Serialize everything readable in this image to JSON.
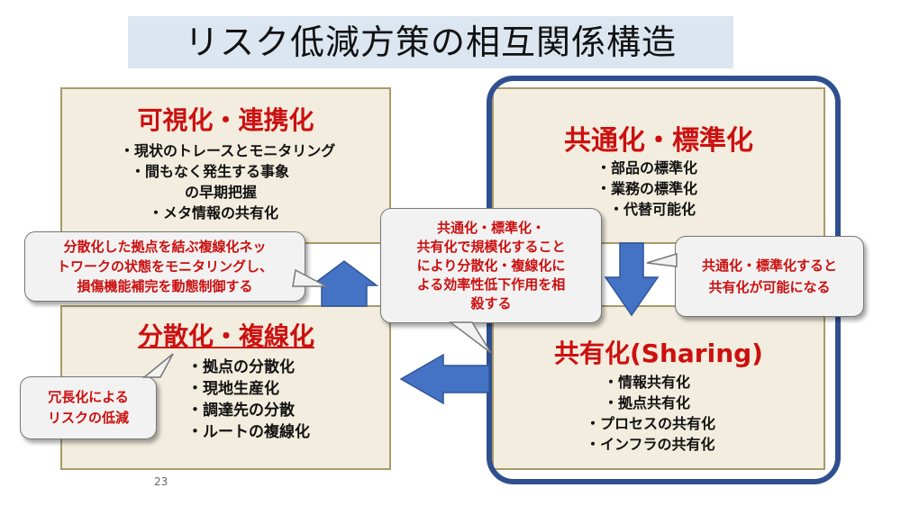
{
  "title": "リスク低減方策の相互関係構造",
  "page_number": "23",
  "boxes": {
    "visualization": {
      "heading": "可視化・連携化",
      "items": [
        "・現状のトレースとモニタリング",
        "・間もなく発生する事象",
        "の早期把握",
        "・メタ情報の共有化"
      ]
    },
    "decentralization": {
      "heading": "分散化・複線化",
      "items": [
        "・拠点の分散化",
        "・現地生産化",
        "・調達先の分散",
        "・ルートの複線化"
      ]
    },
    "standardization": {
      "heading": "共通化・標準化",
      "items": [
        "・部品の標準化",
        "・業務の標準化",
        "・代替可能化"
      ]
    },
    "sharing": {
      "heading": "共有化(Sharing)",
      "items": [
        "・情報共有化",
        "・拠点共有化",
        "・プロセスの共有化",
        "・インフラの共有化"
      ]
    }
  },
  "callouts": {
    "network": [
      "分散化した拠点を結ぶ複線化ネッ",
      "トワークの状態をモニタリングし、",
      "損傷機能補完を動態制御する"
    ],
    "scale": [
      "共通化・標準化・",
      "共有化で規模化すること",
      "により分散化・複線化に",
      "よる効率性低下作用を相",
      "殺する"
    ],
    "enable_sharing": [
      "共通化・標準化すると",
      "共有化が可能になる"
    ],
    "redundancy": [
      "冗長化による",
      "リスクの低減"
    ]
  },
  "colors": {
    "heading_red": "#cc1010",
    "arrow_blue": "#4472c4",
    "frame_navy": "#2f4f8f",
    "box_beige": "#f2edde"
  }
}
